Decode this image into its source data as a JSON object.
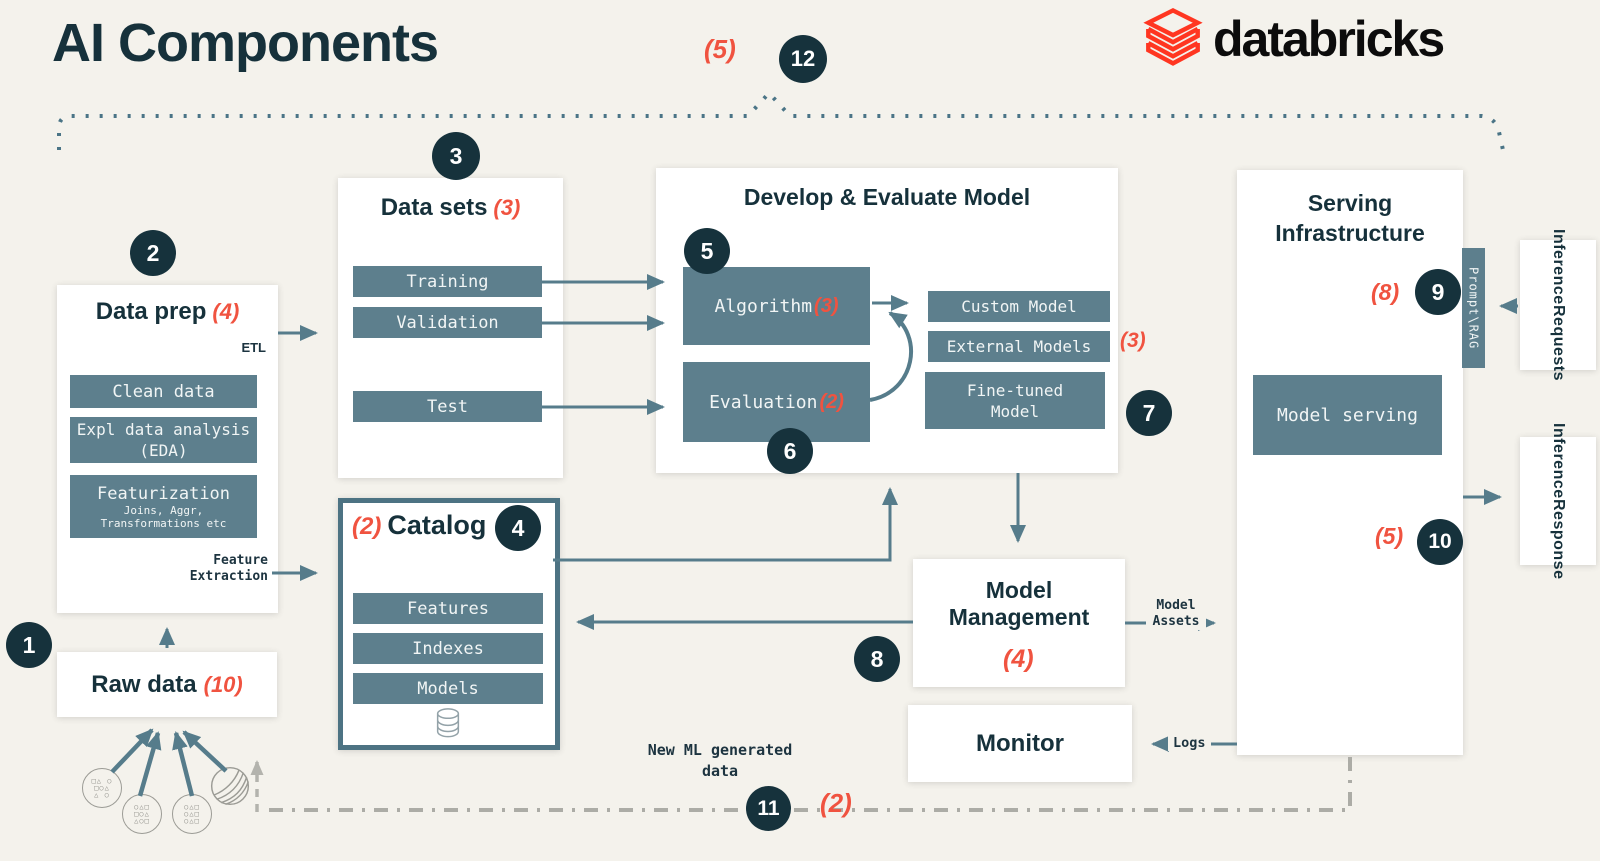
{
  "title": "AI Components",
  "brand": {
    "name": "databricks"
  },
  "steps": [
    "1",
    "2",
    "3",
    "4",
    "5",
    "6",
    "7",
    "8",
    "9",
    "10",
    "11",
    "12"
  ],
  "notes": {
    "top": "(5)",
    "data_prep": "(4)",
    "raw_data": "(10)",
    "data_sets": "(3)",
    "catalog": "(2)",
    "algorithm": "(3)",
    "evaluation": "(2)",
    "external_models": "(3)",
    "model_management": "(4)",
    "serving_top": "(8)",
    "serving_bottom": "(5)",
    "loop": "(2)"
  },
  "data_prep": {
    "title": "Data prep",
    "etl": "ETL",
    "clean": "Clean data",
    "eda": "Expl data analysis (EDA)",
    "featurization": "Featurization",
    "featurization_sub": "Joins, Aggr, Transformations etc",
    "feature_extraction": "Feature Extraction"
  },
  "raw_data": {
    "title": "Raw data",
    "sources": [
      [
        "□△ ○",
        "□○△",
        "△ ○"
      ],
      [
        "○△□",
        "□○△",
        "△○□"
      ],
      [
        "○△□",
        "○△□",
        "○△□"
      ]
    ]
  },
  "data_sets": {
    "title": "Data sets",
    "training": "Training",
    "validation": "Validation",
    "test": "Test"
  },
  "develop": {
    "title": "Develop & Evaluate Model",
    "algorithm": "Algorithm",
    "evaluation": "Evaluation",
    "custom_model": "Custom Model",
    "external_models": "External Models",
    "fine_tuned": "Fine-tuned Model"
  },
  "catalog": {
    "title": "Catalog",
    "features": "Features",
    "indexes": "Indexes",
    "models": "Models"
  },
  "model_management": {
    "title": "Model Management"
  },
  "monitor": {
    "title": "Monitor"
  },
  "serving": {
    "title": "Serving Infrastructure",
    "prompt_tab": "Prompt\\RAG",
    "model_serving": "Model serving"
  },
  "io": {
    "requests": [
      "Inference",
      "Requests"
    ],
    "response": [
      "Inference",
      "Response"
    ]
  },
  "labels": {
    "model_assets": "Model Assets",
    "logs": "Logs",
    "new_ml": "New ML generated data"
  }
}
